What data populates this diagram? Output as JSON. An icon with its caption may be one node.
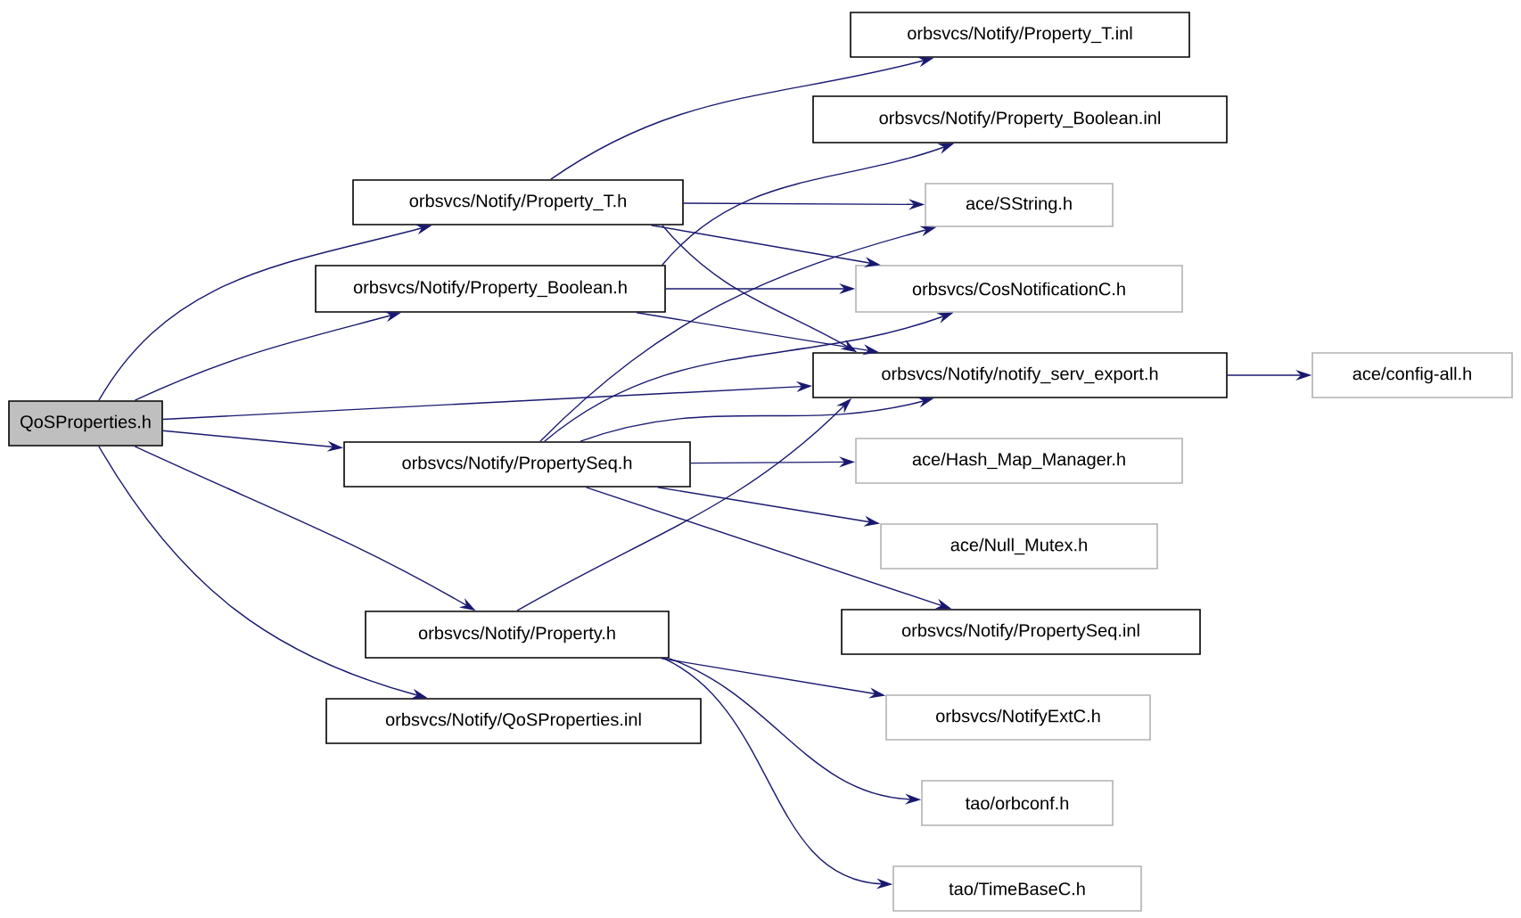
{
  "diagram": {
    "nodes": [
      {
        "text": [
          "QoSProperties.h"
        ]
      },
      {
        "text": [
          "orbsvcs/Notify/Property_T.h"
        ]
      },
      {
        "text": [
          "orbsvcs/Notify/Property_Boolean.h"
        ]
      },
      {
        "text": [
          "orbsvcs/Notify/PropertySeq.h"
        ]
      },
      {
        "text": [
          "orbsvcs/Notify/Property.h"
        ]
      },
      {
        "text": [
          "orbsvcs/Notify/QoSProperties.inl"
        ]
      },
      {
        "text": [
          "orbsvcs/Notify/Property_T.inl"
        ]
      },
      {
        "text": [
          "orbsvcs/Notify/Property_Boolean.inl"
        ]
      },
      {
        "text": [
          "ace/SString.h"
        ]
      },
      {
        "text": [
          "orbsvcs/CosNotificationC.h"
        ]
      },
      {
        "text": [
          "orbsvcs/Notify/notify_serv_export.h"
        ]
      },
      {
        "text": [
          "ace/Hash_Map_Manager.h"
        ]
      },
      {
        "text": [
          "ace/Null_Mutex.h"
        ]
      },
      {
        "text": [
          "orbsvcs/Notify/PropertySeq.inl"
        ]
      },
      {
        "text": [
          "orbsvcs/NotifyExtC.h"
        ]
      },
      {
        "text": [
          "tao/orbconf.h"
        ]
      },
      {
        "text": [
          "tao/TimeBaseC.h"
        ]
      },
      {
        "text": [
          "ace/config-all.h"
        ]
      }
    ],
    "edges": [
      {
        "from": 0,
        "to": 1,
        "arrow": "to"
      },
      {
        "from": 0,
        "to": 2,
        "arrow": "to"
      },
      {
        "from": 0,
        "to": 10,
        "arrow": "to"
      },
      {
        "from": 0,
        "to": 3,
        "arrow": "to"
      },
      {
        "from": 0,
        "to": 4,
        "arrow": "to"
      },
      {
        "from": 0,
        "to": 5,
        "arrow": "to"
      },
      {
        "from": 1,
        "to": 6,
        "arrow": "to"
      },
      {
        "from": 1,
        "to": 8,
        "arrow": "to"
      },
      {
        "from": 1,
        "to": 9,
        "arrow": "to"
      },
      {
        "from": 1,
        "to": 10,
        "arrow": "to"
      },
      {
        "from": 2,
        "to": 7,
        "arrow": "to"
      },
      {
        "from": 2,
        "to": 9,
        "arrow": "to"
      },
      {
        "from": 2,
        "to": 10,
        "arrow": "to"
      },
      {
        "from": 3,
        "to": 8,
        "arrow": "to"
      },
      {
        "from": 3,
        "to": 9,
        "arrow": "to"
      },
      {
        "from": 3,
        "to": 10,
        "arrow": "to"
      },
      {
        "from": 3,
        "to": 11,
        "arrow": "to"
      },
      {
        "from": 3,
        "to": 12,
        "arrow": "to"
      },
      {
        "from": 3,
        "to": 13,
        "arrow": "to"
      },
      {
        "from": 4,
        "to": 10,
        "arrow": "to"
      },
      {
        "from": 4,
        "to": 14,
        "arrow": "to"
      },
      {
        "from": 4,
        "to": 15,
        "arrow": "to"
      },
      {
        "from": 4,
        "to": 16,
        "arrow": "to"
      },
      {
        "from": 10,
        "to": 17,
        "arrow": "to"
      }
    ]
  }
}
